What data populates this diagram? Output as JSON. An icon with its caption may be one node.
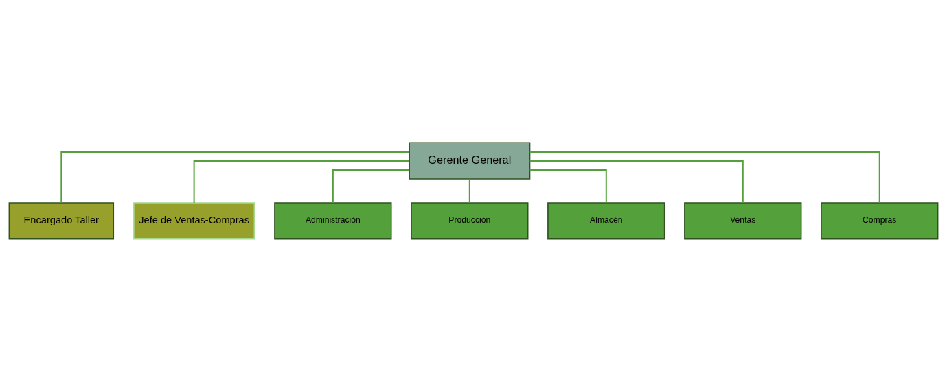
{
  "diagram": {
    "nodes": [
      {
        "text": [
          "Gerente General"
        ]
      },
      {
        "text": [
          "Encargado Taller"
        ]
      },
      {
        "text": [
          "Jefe de Ventas-Compras"
        ]
      },
      {
        "text": [
          "Administración"
        ]
      },
      {
        "text": [
          "Producción"
        ]
      },
      {
        "text": [
          "Almacén"
        ]
      },
      {
        "text": [
          "Ventas"
        ]
      },
      {
        "text": [
          "Compras"
        ]
      }
    ],
    "edges": [
      {
        "from": 0,
        "to": 3,
        "arrow": "none"
      },
      {
        "from": 0,
        "to": 1,
        "arrow": "none"
      },
      {
        "from": 0,
        "to": 4,
        "arrow": "none"
      },
      {
        "from": 0,
        "to": 5,
        "arrow": "none"
      },
      {
        "from": 0,
        "to": 2,
        "arrow": "none"
      },
      {
        "from": 0,
        "to": 6,
        "arrow": "none"
      },
      {
        "from": 0,
        "to": 7,
        "arrow": "none"
      }
    ]
  }
}
